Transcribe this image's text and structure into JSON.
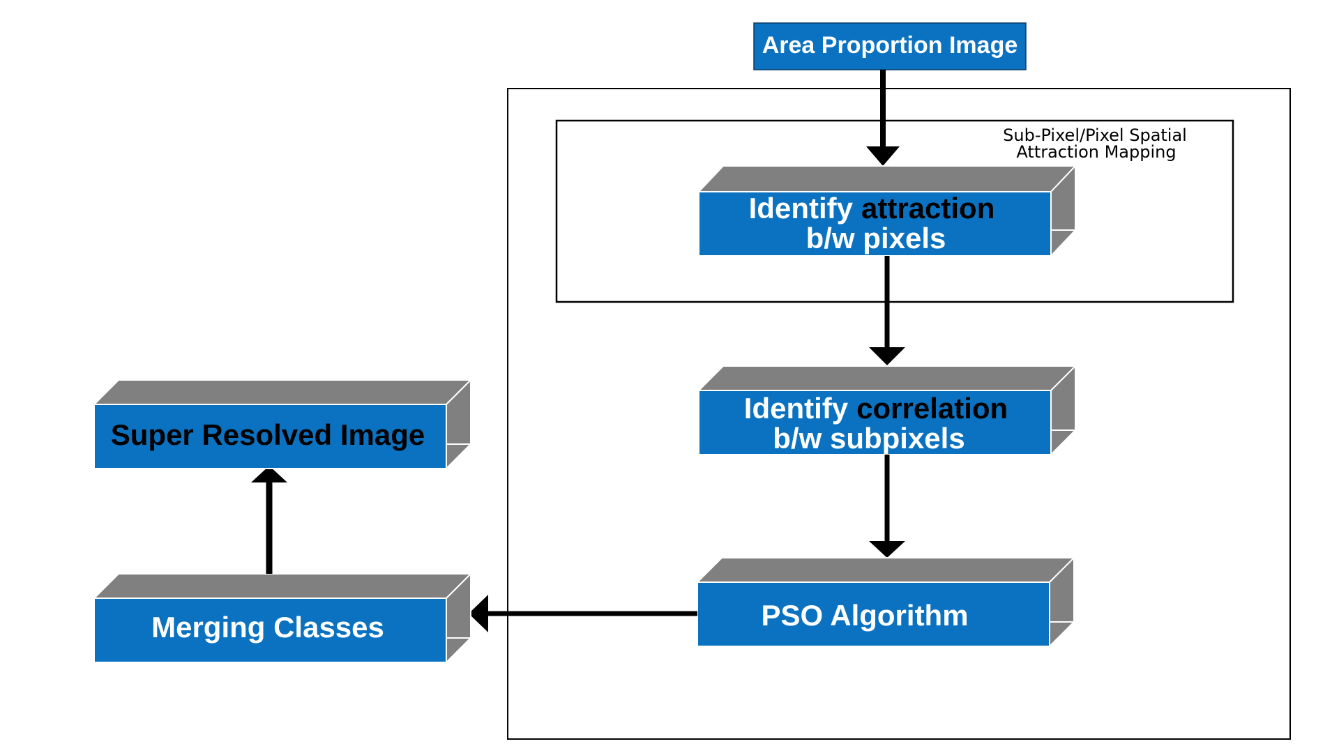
{
  "nodes": {
    "area_proportion": {
      "label": "Area Proportion Image"
    },
    "identify_attraction": {
      "line1_a": "Identify",
      "line1_b": "attraction",
      "line2": "b/w pixels"
    },
    "identify_correlation": {
      "line1_a": "Identify",
      "line1_b": "correlation",
      "line2": "b/w subpixels"
    },
    "pso": {
      "label": "PSO Algorithm"
    },
    "merging": {
      "label": "Merging Classes"
    },
    "super_resolved": {
      "label": "Super Resolved Image"
    }
  },
  "groups": {
    "spatial_attraction": {
      "line1": "Sub-Pixel/Pixel Spatial",
      "line2": "Attraction Mapping"
    }
  },
  "colors": {
    "box_front": "#0a72c0",
    "box_side": "#808080",
    "box_edge": "#ffffff",
    "arrow": "#000000"
  }
}
